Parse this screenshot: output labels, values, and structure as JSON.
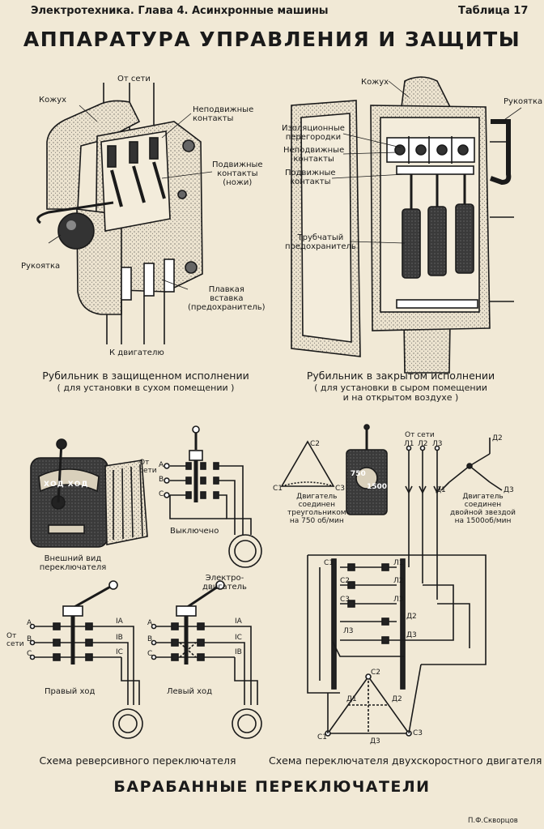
{
  "header": {
    "subject": "Электротехника. Глава 4. Асинхронные машины",
    "table": "Таблица 17"
  },
  "title": "АППАРАТУРА УПРАВЛЕНИЯ И ЗАЩИТЫ",
  "switch_protected": {
    "from_grid": "От сети",
    "casing": "Кожух",
    "fixed_contacts": "Неподвижные\nконтакты",
    "moving_contacts": "Подвижные\nконтакты\n(ножи)",
    "handle": "Рукоятка",
    "fuse_insert": "Плавкая\nвставка\n(предохранитель)",
    "to_motor": "К двигателю",
    "caption": "Рубильник в защищенном исполнении",
    "caption_note": "( для установки в сухом помещении )"
  },
  "switch_closed": {
    "casing": "Кожух",
    "handle": "Рукоятка",
    "insulating_partitions": "Изоляционные\nперегородки",
    "fixed_contacts": "Неподвижные\nконтакты",
    "moving_contacts": "Подвижные\nконтакты",
    "tube_fuse": "Трубчатый\nпредохранитель",
    "caption": "Рубильник в закрытом исполнении",
    "caption_note": "( для установки в сыром помещении\nи на открытом воздухе )"
  },
  "drum_switch": {
    "exterior_caption": "Внешний вид\nпереключателя",
    "plate_text": "ХОД  ХОД",
    "from_grid": "От\nсети",
    "phase_a": "A",
    "phase_b": "B",
    "phase_c": "C",
    "off_state": "Выключено",
    "motor": "Электро-\nдвигатель"
  },
  "reversing": {
    "from_grid": "От\nсети",
    "phase_a": "A",
    "phase_b": "B",
    "phase_c": "C",
    "out_1": "IА",
    "out_2": "IB",
    "out_3": "IC",
    "right_out_2": "IC",
    "right_out_3": "IB",
    "forward": "Правый ход",
    "reverse": "Левый ход",
    "caption": "Схема реверсивного переключателя"
  },
  "two_speed": {
    "from_grid": "От сети",
    "line_1": "Л1",
    "line_2": "Л2",
    "line_3": "Л3",
    "c1": "C1",
    "c2": "C2",
    "c3": "C3",
    "d1": "Д1",
    "d2": "Д2",
    "d3": "Д3",
    "plate_750": "750",
    "plate_1500": "1500",
    "delta_note": "Двигатель\nсоединен\nтреугольником\nна 750 об/мин",
    "star_note": "Двигатель\nсоединен\nдвойной звездой\nна 1500об/мин",
    "caption": "Схема переключателя двухскоростного двигателя"
  },
  "bottom_title": "БАРАБАННЫЕ ПЕРЕКЛЮЧАТЕЛИ",
  "author": "П.Ф.Скворцов"
}
